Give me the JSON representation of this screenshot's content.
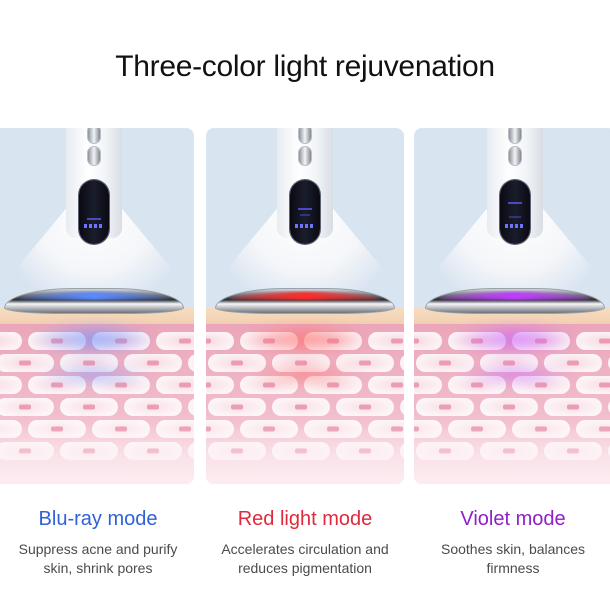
{
  "header": {
    "title": "Three-color light rejuvenation"
  },
  "modes": [
    {
      "name": "Blu-ray mode",
      "description_line1": "Suppress acne and purify",
      "description_line2": "skin, shrink pores",
      "color": "#2f62d8",
      "light_color": "#4a7bff",
      "icon": "device-blue-light-illustration"
    },
    {
      "name": "Red light mode",
      "description_line1": "Accelerates circulation and",
      "description_line2": "reduces pigmentation",
      "color": "#e0293c",
      "light_color": "#ff3535",
      "icon": "device-red-light-illustration"
    },
    {
      "name": "Violet mode",
      "description_line1": "Soothes skin, balances",
      "description_line2": "firmness",
      "color": "#8f1fc8",
      "light_color": "#c447ff",
      "icon": "device-violet-light-illustration"
    }
  ]
}
